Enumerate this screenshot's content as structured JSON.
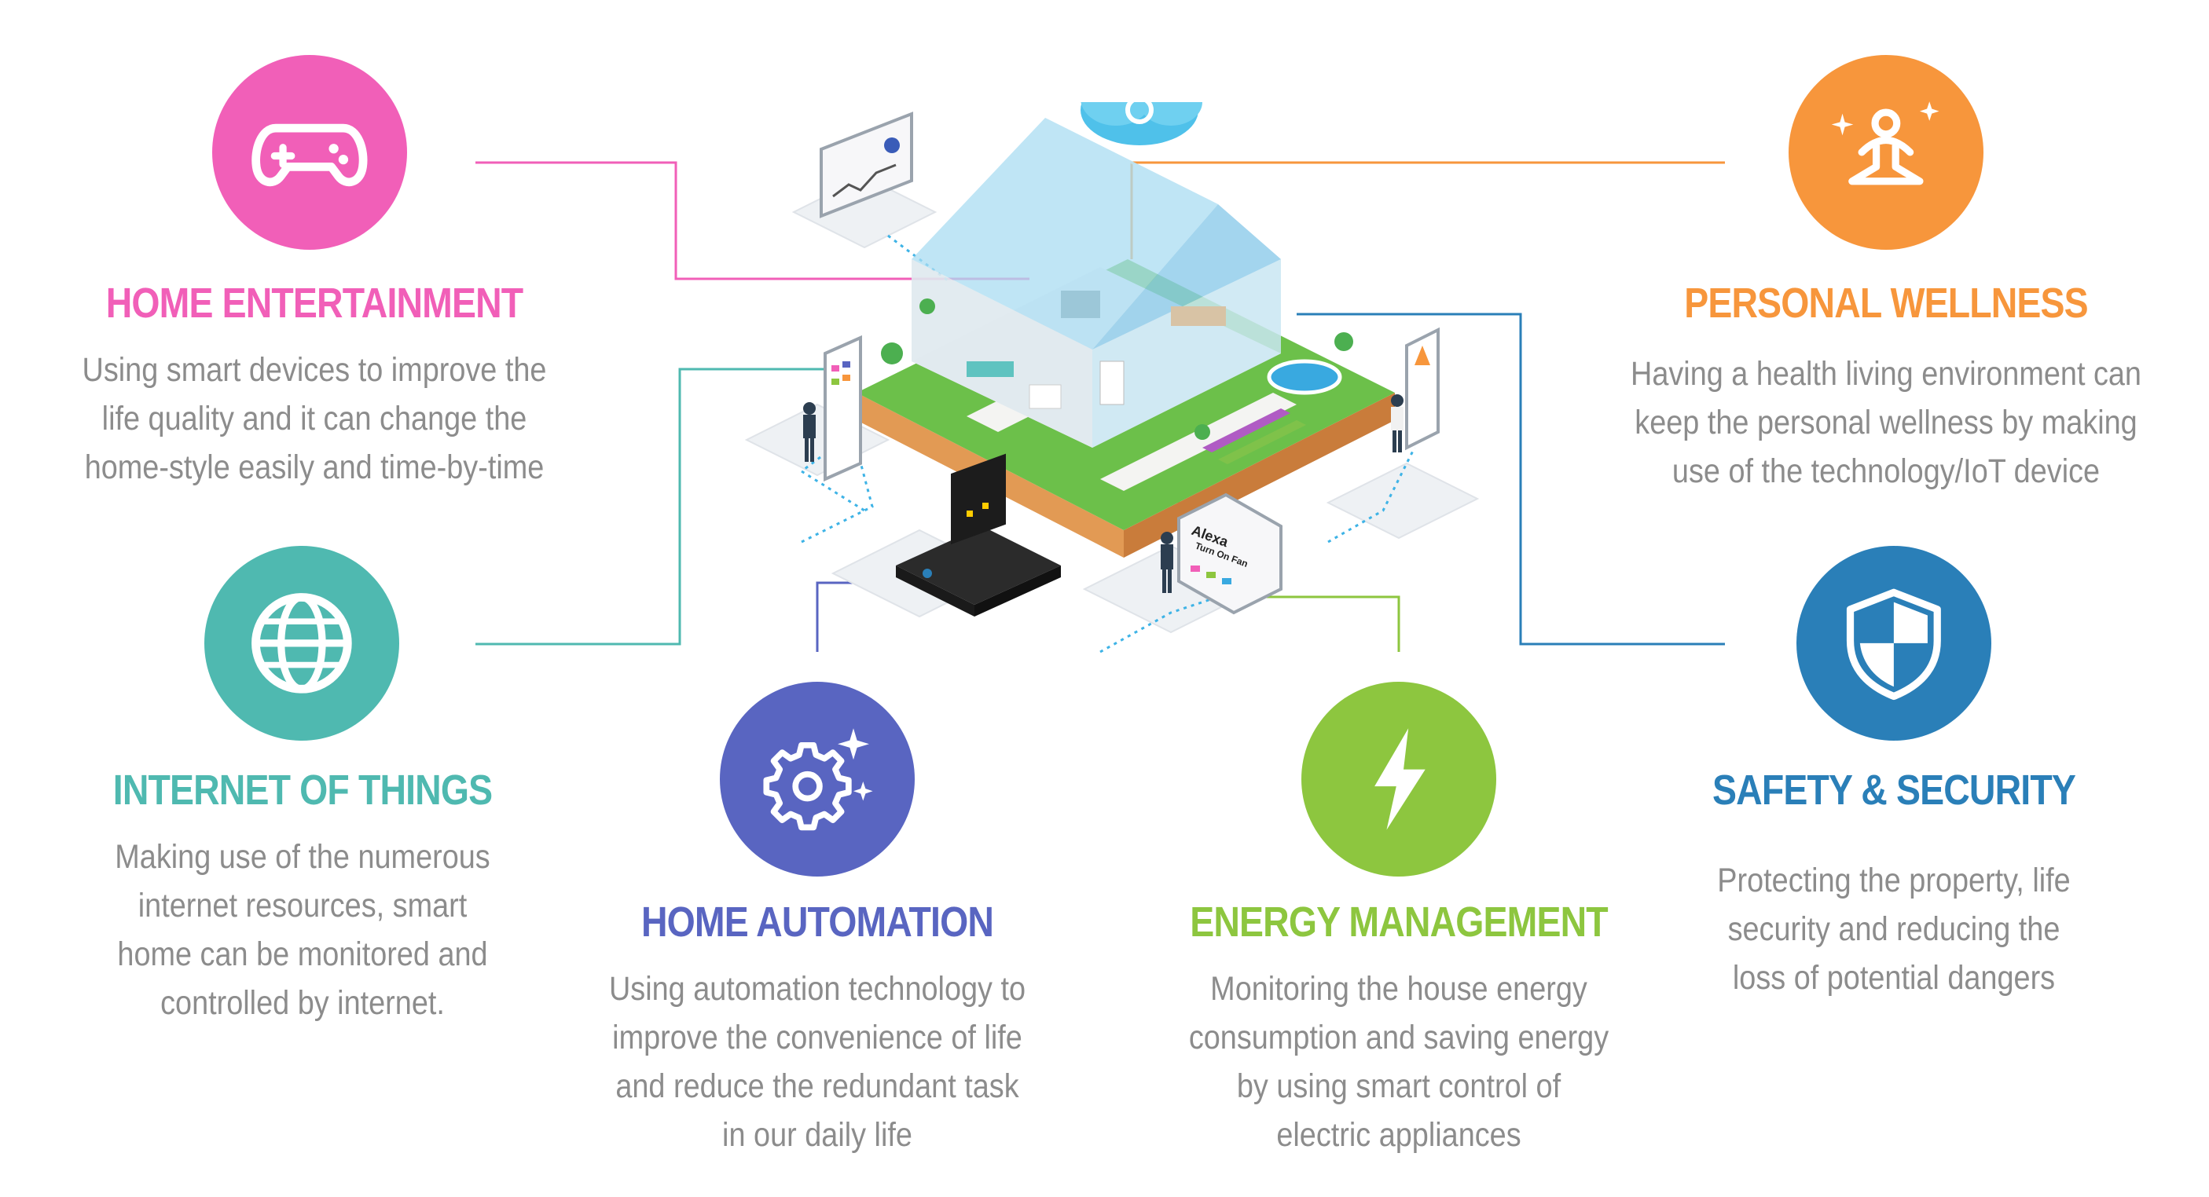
{
  "colors": {
    "entertainment": "#f15fb8",
    "iot": "#4fb9b0",
    "automation": "#5965c1",
    "energy": "#8dc63f",
    "wellness": "#f7963c",
    "safety": "#2a7fb8",
    "text_gray": "#8c8c8c",
    "grass": "#6cc04a",
    "soil": "#e29a54",
    "house_glass": "#a9dcf2"
  },
  "features": {
    "entertainment": {
      "icon": "gamepad-icon",
      "title": "HOME ENTERTAINMENT",
      "lines": [
        "Using smart devices to improve the",
        "life quality and it can change the",
        "home-style easily and time-by-time"
      ]
    },
    "iot": {
      "icon": "globe-icon",
      "title": "INTERNET OF THINGS",
      "lines": [
        "Making use of the numerous",
        "internet resources,  smart",
        "home can be monitored and",
        "controlled by internet."
      ]
    },
    "automation": {
      "icon": "gear-sparkle-icon",
      "title": "HOME AUTOMATION",
      "lines": [
        "Using automation technology to",
        "improve the convenience of life",
        "and reduce the redundant task",
        "in our daily life"
      ]
    },
    "energy": {
      "icon": "lightning-icon",
      "title": "ENERGY MANAGEMENT",
      "lines": [
        "Monitoring the house energy",
        "consumption and saving energy",
        "by using smart control of",
        "electric appliances"
      ]
    },
    "wellness": {
      "icon": "meditation-icon",
      "title": "PERSONAL WELLNESS",
      "lines": [
        "Having a health living environment can",
        "keep the personal wellness by making",
        "use of the technology/IoT device"
      ]
    },
    "safety": {
      "icon": "shield-icon",
      "title": "SAFETY & SECURITY",
      "lines": [
        "Protecting the property, life",
        "security and reducing the",
        "loss of potential dangers"
      ]
    }
  },
  "illustration": {
    "alexa_title": "Alexa",
    "alexa_command": "Turn On Fan"
  }
}
